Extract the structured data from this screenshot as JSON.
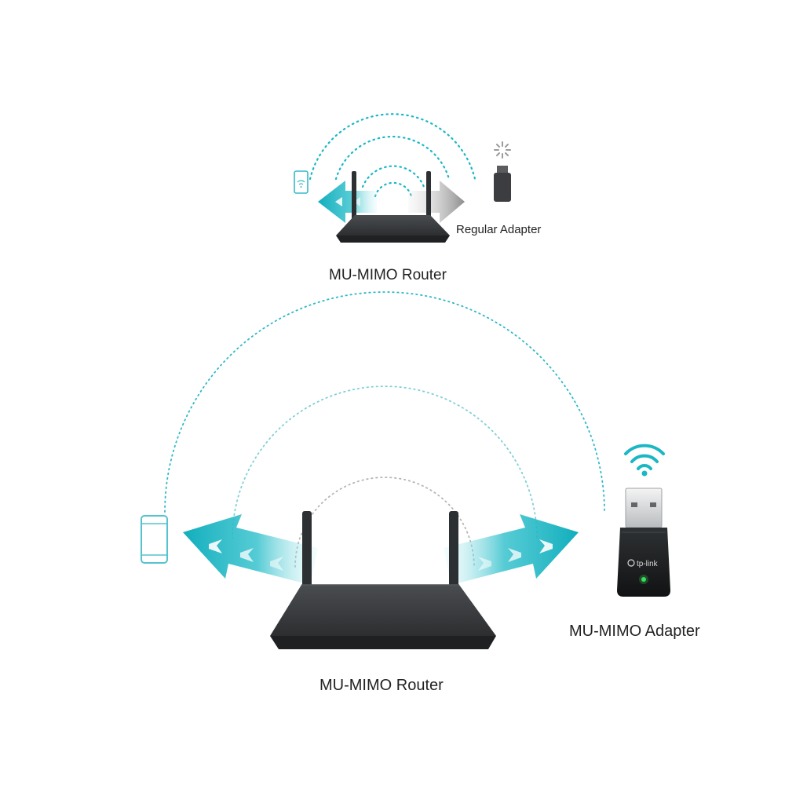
{
  "top_scene": {
    "router_label": "MU-MIMO Router",
    "adapter_label": "Regular Adapter"
  },
  "bottom_scene": {
    "router_label": "MU-MIMO Router",
    "adapter_label": "MU-MIMO Adapter",
    "adapter_brand": "tp-link"
  },
  "colors": {
    "accent": "#1bb7c4",
    "accent_dark": "#0c8f9c",
    "router_body": "#3a3d40",
    "router_edge": "#1f2123",
    "gray_arrow": "#9a9a9a",
    "text": "#222222"
  }
}
